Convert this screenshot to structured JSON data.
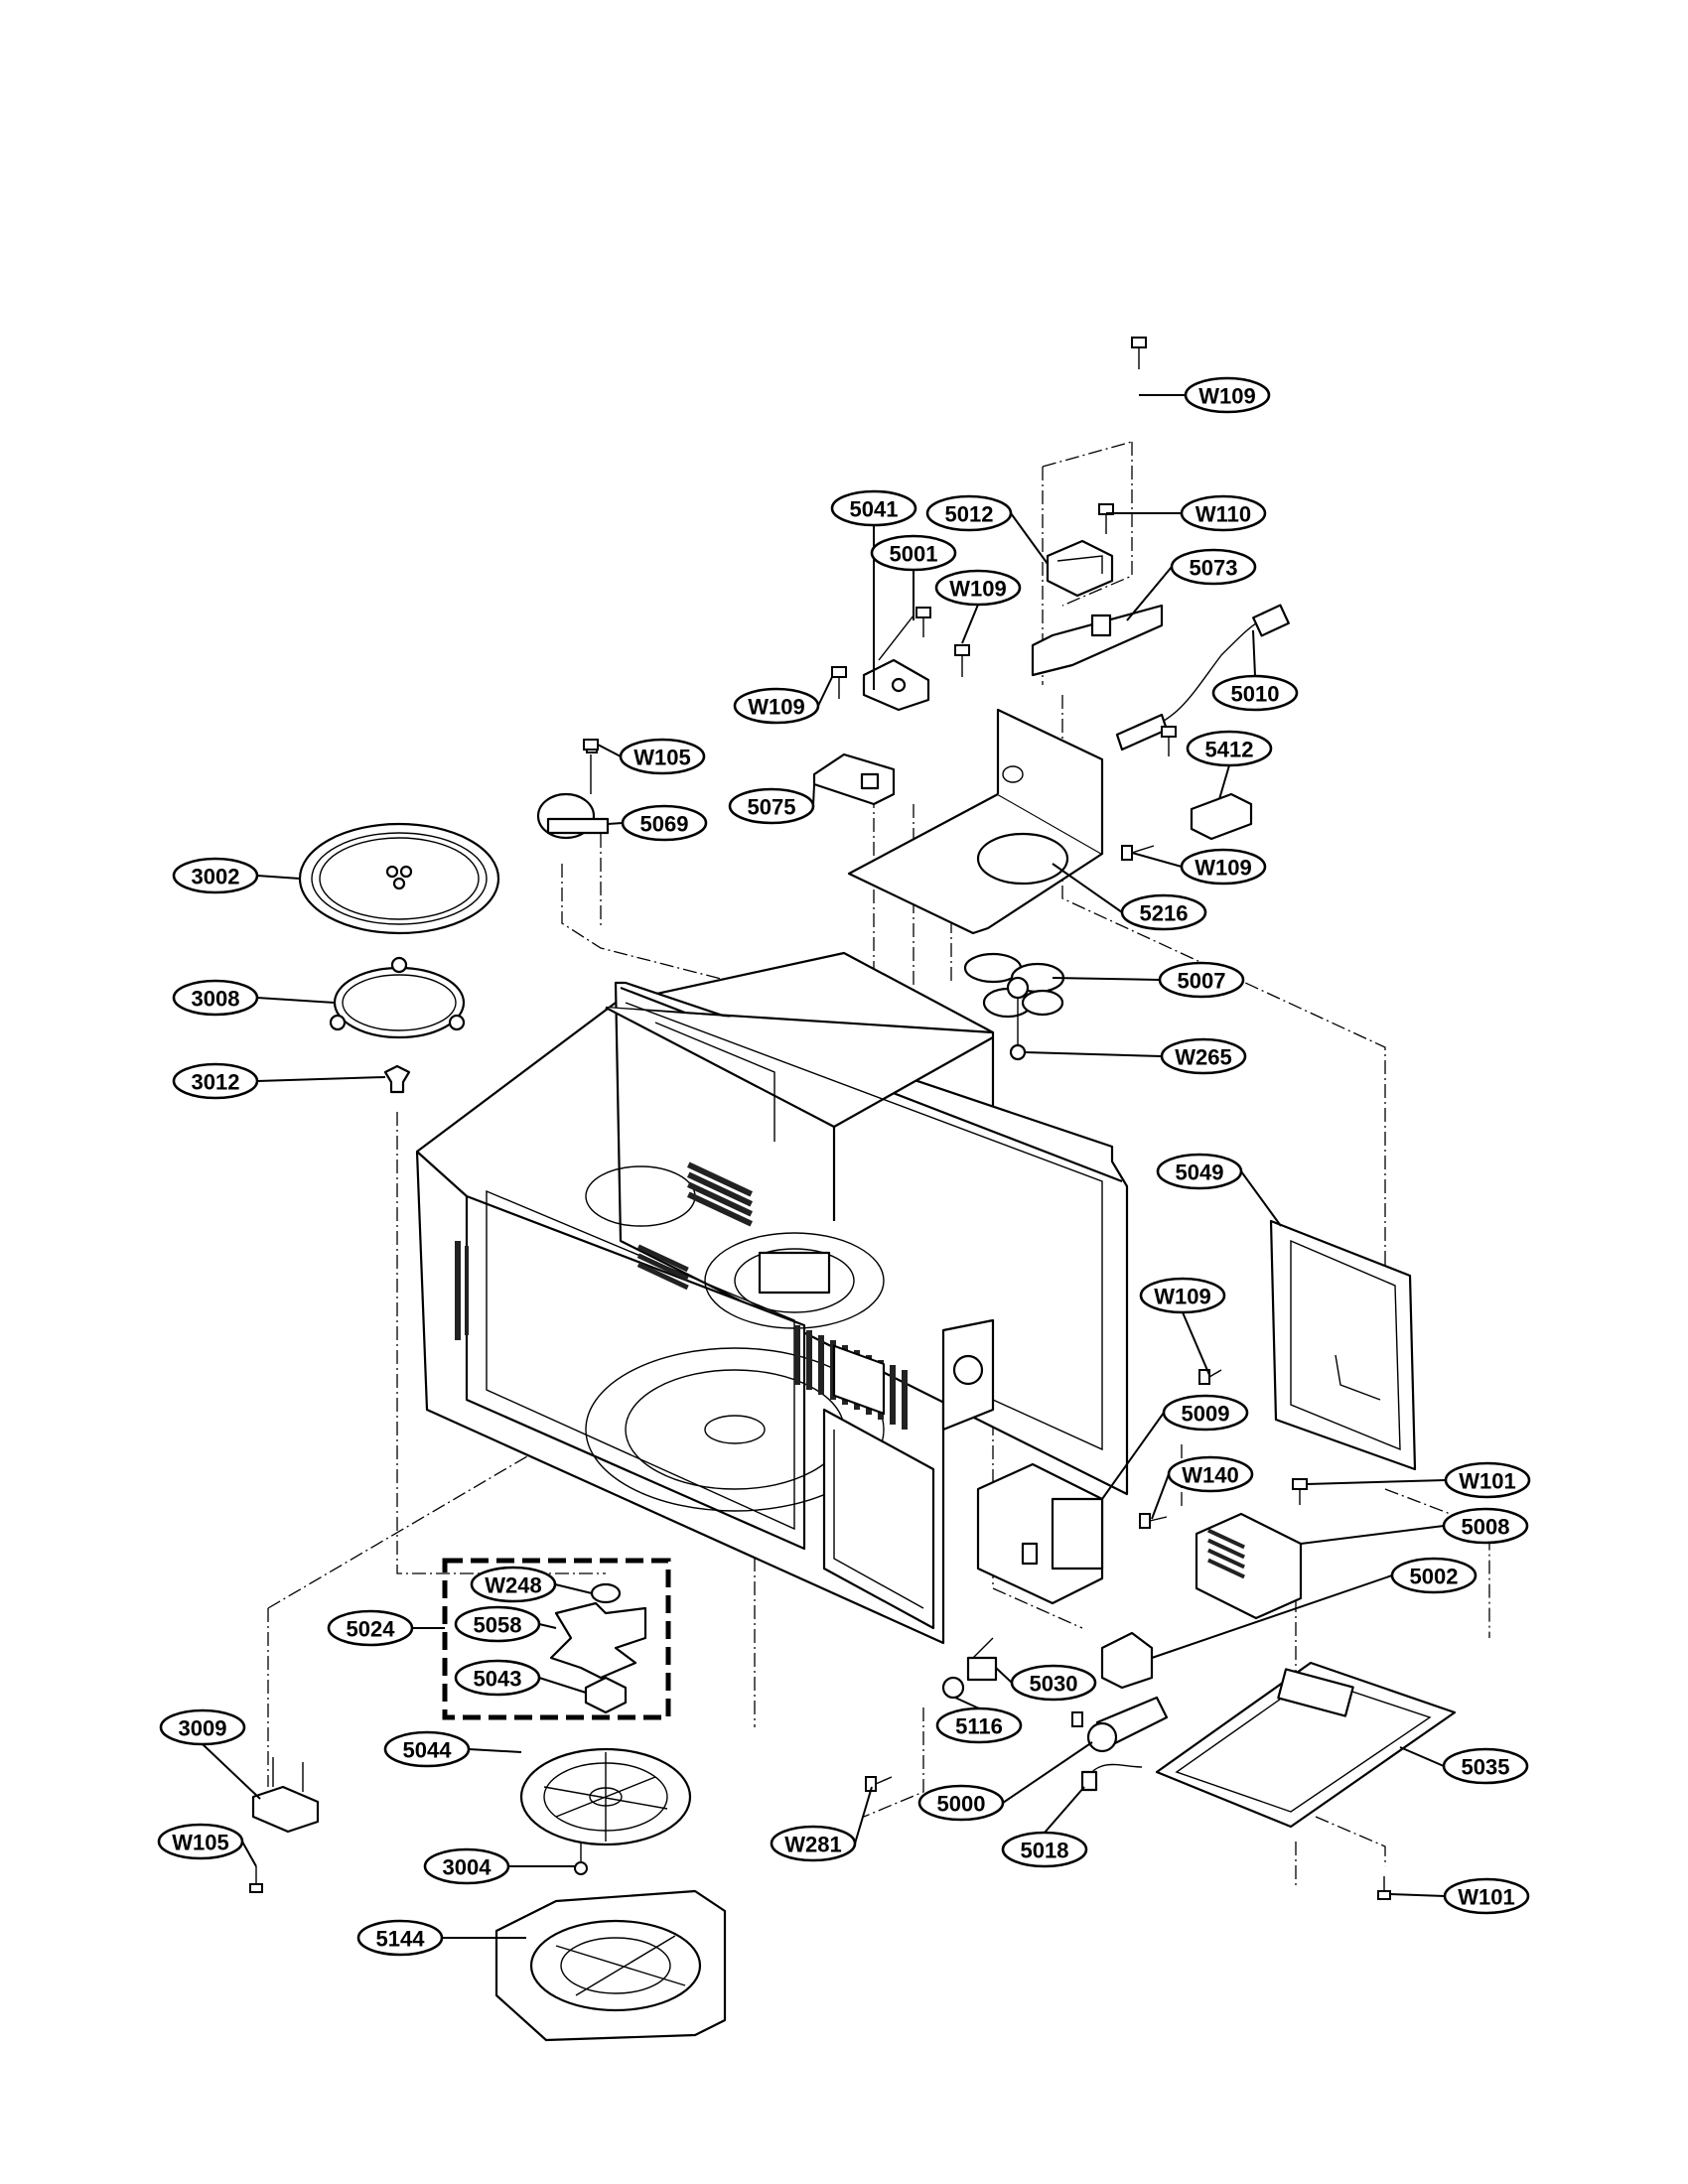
{
  "labels": [
    {
      "id": "w109-top",
      "text": "W109"
    },
    {
      "id": "w110",
      "text": "W110"
    },
    {
      "id": "5041",
      "text": "5041"
    },
    {
      "id": "5012",
      "text": "5012"
    },
    {
      "id": "5001",
      "text": "5001"
    },
    {
      "id": "5073",
      "text": "5073"
    },
    {
      "id": "w109-b",
      "text": "W109"
    },
    {
      "id": "5010",
      "text": "5010"
    },
    {
      "id": "w109-c",
      "text": "W109"
    },
    {
      "id": "w105-a",
      "text": "W105"
    },
    {
      "id": "5412",
      "text": "5412"
    },
    {
      "id": "5075",
      "text": "5075"
    },
    {
      "id": "5069",
      "text": "5069"
    },
    {
      "id": "w109-d",
      "text": "W109"
    },
    {
      "id": "3002",
      "text": "3002"
    },
    {
      "id": "5216",
      "text": "5216"
    },
    {
      "id": "3008",
      "text": "3008"
    },
    {
      "id": "5007",
      "text": "5007"
    },
    {
      "id": "w265",
      "text": "W265"
    },
    {
      "id": "3012",
      "text": "3012"
    },
    {
      "id": "5049",
      "text": "5049"
    },
    {
      "id": "w109-e",
      "text": "W109"
    },
    {
      "id": "5009",
      "text": "5009"
    },
    {
      "id": "w140",
      "text": "W140"
    },
    {
      "id": "w101-a",
      "text": "W101"
    },
    {
      "id": "5008",
      "text": "5008"
    },
    {
      "id": "w248",
      "text": "W248"
    },
    {
      "id": "5002",
      "text": "5002"
    },
    {
      "id": "5024",
      "text": "5024"
    },
    {
      "id": "5058",
      "text": "5058"
    },
    {
      "id": "5030",
      "text": "5030"
    },
    {
      "id": "5043",
      "text": "5043"
    },
    {
      "id": "5116",
      "text": "5116"
    },
    {
      "id": "3009",
      "text": "3009"
    },
    {
      "id": "5044",
      "text": "5044"
    },
    {
      "id": "5035",
      "text": "5035"
    },
    {
      "id": "5000",
      "text": "5000"
    },
    {
      "id": "w105-b",
      "text": "W105"
    },
    {
      "id": "w281",
      "text": "W281"
    },
    {
      "id": "5018",
      "text": "5018"
    },
    {
      "id": "3004",
      "text": "3004"
    },
    {
      "id": "w101-b",
      "text": "W101"
    },
    {
      "id": "5144",
      "text": "5144"
    }
  ]
}
